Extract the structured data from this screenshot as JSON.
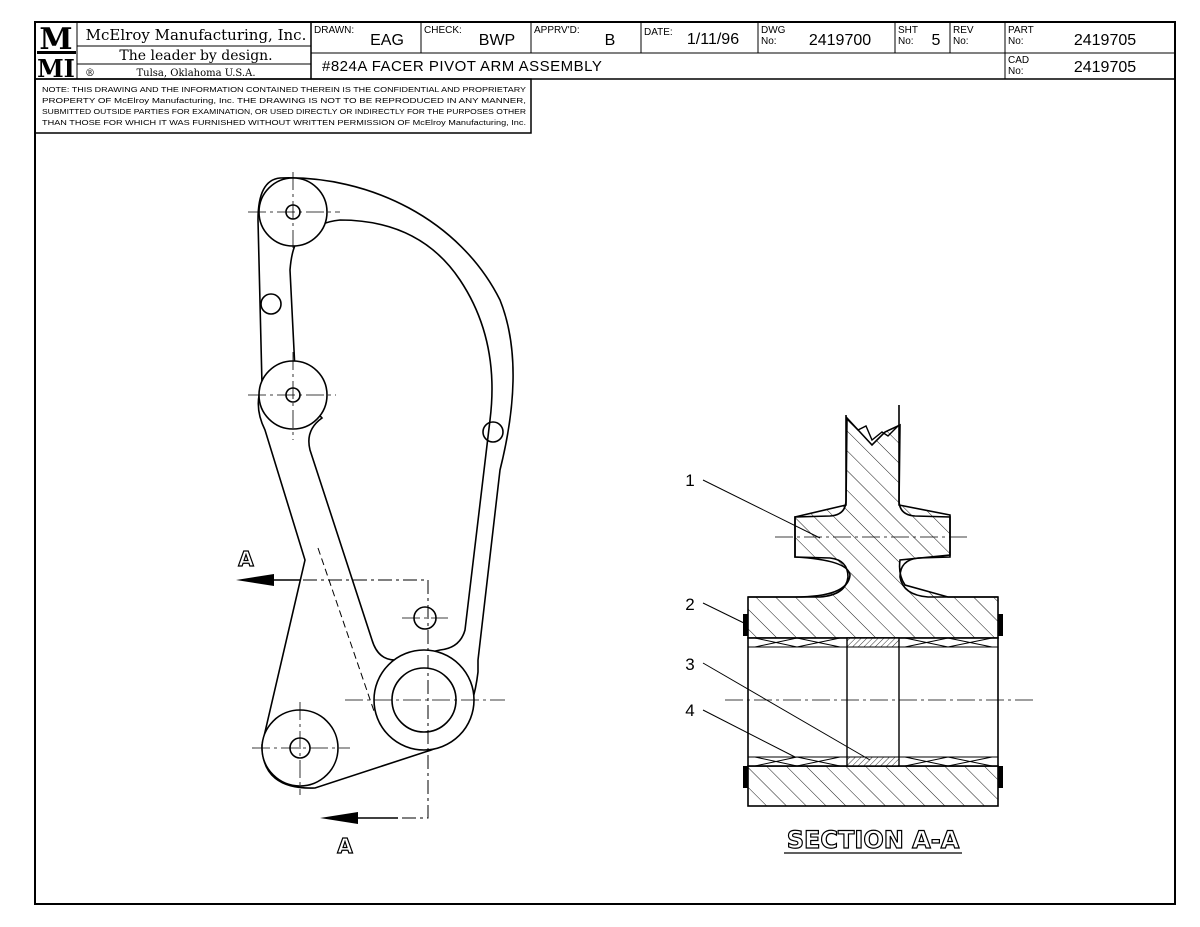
{
  "title_block": {
    "company_name": "McElroy Manufacturing, Inc.",
    "slogan": "The leader by design.",
    "location": "Tulsa, Oklahoma U.S.A.",
    "registered": "®",
    "logo_top": "M",
    "logo_bottom": "MI",
    "drawn_label": "DRAWN:",
    "drawn_value": "EAG",
    "check_label": "CHECK:",
    "check_value": "BWP",
    "apprvd_label": "APPRV'D:",
    "apprvd_value": "B",
    "date_label": "DATE:",
    "date_value": "1/11/96",
    "dwg_label_1": "DWG",
    "dwg_label_2": "No:",
    "dwg_value": "2419700",
    "sht_label_1": "SHT",
    "sht_label_2": "No:",
    "sht_value": "5",
    "rev_label_1": "REV",
    "rev_label_2": "No:",
    "rev_value": "",
    "part_label_1": "PART",
    "part_label_2": "No:",
    "part_value": "2419705",
    "cad_label_1": "CAD",
    "cad_label_2": "No:",
    "cad_value": "2419705",
    "drawing_title": "#824A FACER PIVOT ARM ASSEMBLY"
  },
  "note": {
    "line1": "NOTE: THIS DRAWING AND THE INFORMATION CONTAINED THEREIN IS THE CONFIDENTIAL AND PROPRIETARY",
    "line2": "PROPERTY OF McElroy Manufacturing, Inc. THE DRAWING IS NOT TO BE REPRODUCED IN ANY MANNER,",
    "line3": "SUBMITTED OUTSIDE PARTIES FOR EXAMINATION, OR USED DIRECTLY OR INDIRECTLY FOR THE PURPOSES OTHER",
    "line4": "THAN THOSE FOR WHICH IT WAS FURNISHED WITHOUT WRITTEN PERMISSION OF McElroy Manufacturing, Inc."
  },
  "views": {
    "section_marker_top": "A",
    "section_marker_bottom": "A",
    "section_title": "SECTION A-A",
    "callouts": [
      "1",
      "2",
      "3",
      "4"
    ]
  },
  "colors": {
    "line": "#000000",
    "paper": "#ffffff"
  }
}
